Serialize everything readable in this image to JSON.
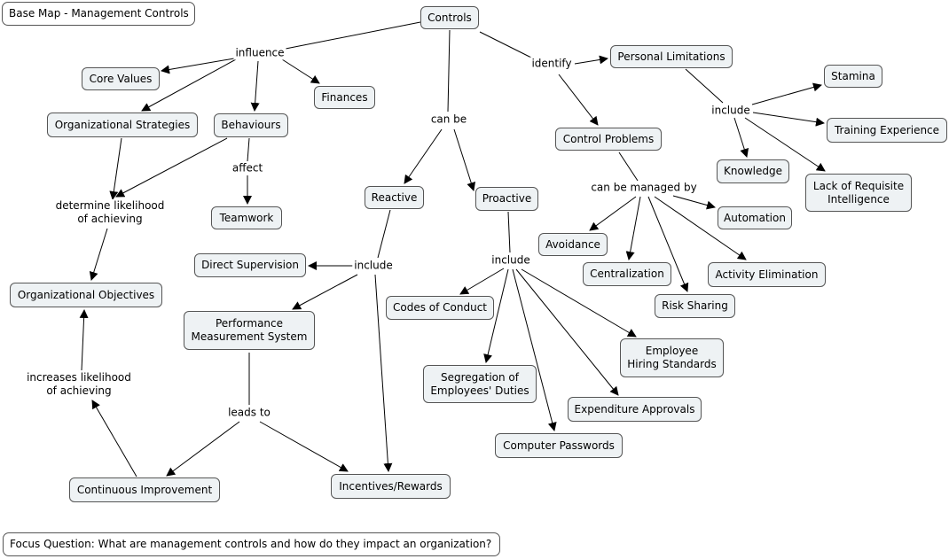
{
  "title": "Base Map - Management Controls",
  "focus_question": "Focus Question: What are management controls and how do they impact an organization?",
  "concepts": {
    "controls": "Controls",
    "core_values": "Core Values",
    "finances": "Finances",
    "organizational_strategies": "Organizational Strategies",
    "behaviours": "Behaviours",
    "teamwork": "Teamwork",
    "organizational_objectives": "Organizational Objectives",
    "direct_supervision": "Direct Supervision",
    "performance_measurement_system": "Performance\nMeasurement System",
    "continuous_improvement": "Continuous Improvement",
    "incentives_rewards": "Incentives/Rewards",
    "reactive": "Reactive",
    "proactive": "Proactive",
    "codes_of_conduct": "Codes of Conduct",
    "segregation_of_duties": "Segregation of\nEmployees' Duties",
    "computer_passwords": "Computer Passwords",
    "expenditure_approvals": "Expenditure Approvals",
    "employee_hiring_standards": "Employee\nHiring Standards",
    "personal_limitations": "Personal Limitations",
    "stamina": "Stamina",
    "training_experience": "Training Experience",
    "knowledge": "Knowledge",
    "lack_of_requisite_intelligence": "Lack of Requisite\nIntelligence",
    "control_problems": "Control Problems",
    "automation": "Automation",
    "avoidance": "Avoidance",
    "centralization": "Centralization",
    "activity_elimination": "Activity Elimination",
    "risk_sharing": "Risk Sharing"
  },
  "linking_phrases": {
    "influence": "influence",
    "affect": "affect",
    "determine_likelihood": "determine likelihood\nof achieving",
    "increases_likelihood": "increases likelihood\nof achieving",
    "include_reactive": "include",
    "leads_to": "leads to",
    "can_be": "can be",
    "include_proactive": "include",
    "identify": "identify",
    "include_limitations": "include",
    "can_be_managed_by": "can be managed by"
  },
  "colors": {
    "node_fill": "#eef2f4",
    "node_border": "#555555",
    "edge": "#000000"
  }
}
